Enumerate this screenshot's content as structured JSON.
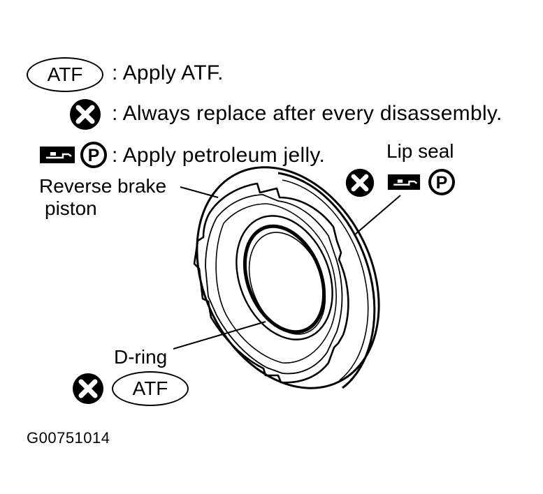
{
  "legend": {
    "atf_symbol": "ATF",
    "atf_text": ": Apply ATF.",
    "replace_text": ": Always replace after every disassembly.",
    "petroleum_text": ": Apply petroleum jelly."
  },
  "labels": {
    "reverse_brake_piston_line1": "Reverse brake",
    "reverse_brake_piston_line2": "piston",
    "lip_seal": "Lip seal",
    "d_ring": "D-ring",
    "d_ring_atf": "ATF"
  },
  "figure_code": "G00751014",
  "icons": {
    "replace": "x-circle-icon",
    "petroleum_jelly": "grease-tube-icon",
    "petroleum_mark": "p-circle-icon"
  },
  "colors": {
    "ink": "#000000",
    "paper": "#ffffff"
  }
}
